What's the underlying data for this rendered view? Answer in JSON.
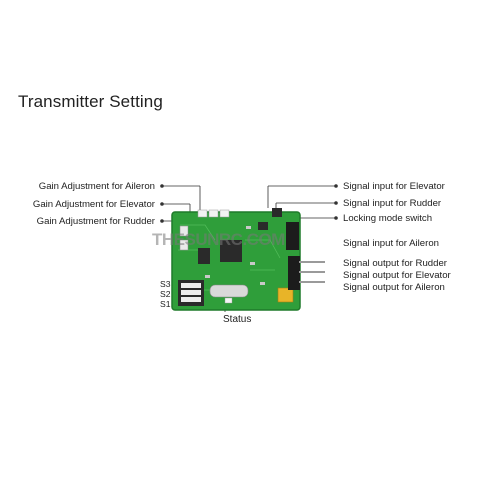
{
  "title": "Transmitter Setting",
  "watermark": "THESUNRC.COM",
  "left_labels": [
    "Gain Adjustment for Aileron",
    "Gain Adjustment for Elevator",
    "Gain Adjustment for Rudder"
  ],
  "right_labels": [
    "Signal input for Elevator",
    "Signal input for Rudder",
    "Locking mode switch",
    "Signal input for Aileron",
    "Signal output for Rudder",
    "Signal output for Elevator",
    "Signal output for Aileron"
  ],
  "switch_labels": [
    "S3",
    "S2",
    "S1"
  ],
  "status_label": "Status",
  "colors": {
    "pcb": "#2f9e3a",
    "pcb_edge": "#1f7a2a",
    "chip": "#2a2a2a",
    "capacitor": "#e8b428",
    "pin": "#9a9a9a"
  }
}
